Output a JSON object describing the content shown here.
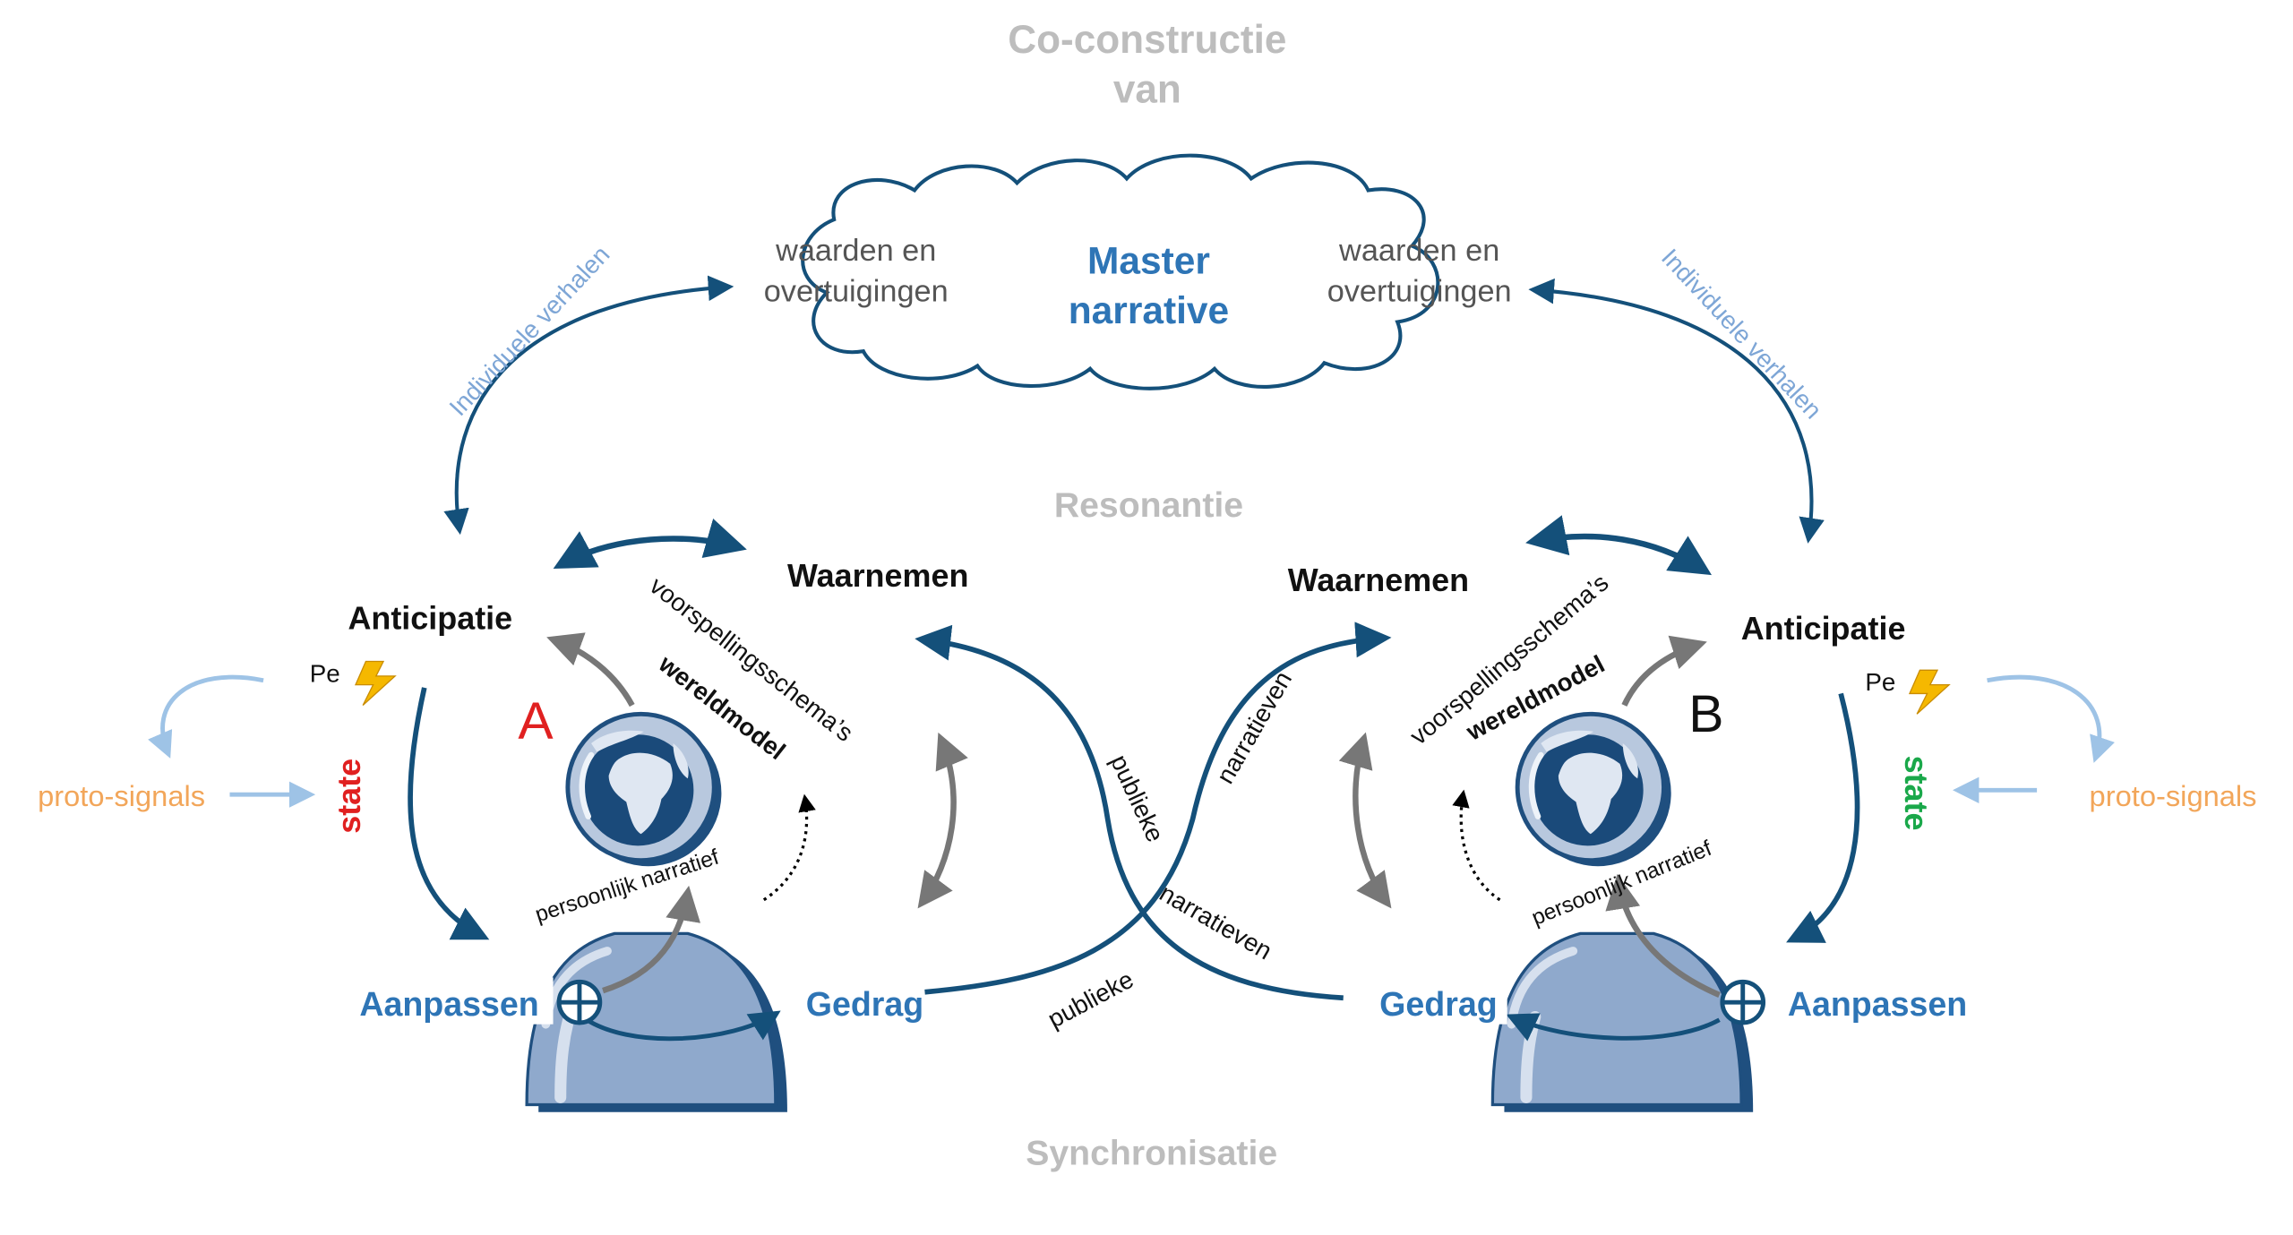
{
  "title": {
    "line1": "Co-constructie",
    "line2": "van"
  },
  "cloud": {
    "center_line1": "Master",
    "center_line2": "narrative",
    "left_line1": "waarden en",
    "left_line2": "overtuigingen",
    "right_line1": "waarden en",
    "right_line2": "overtuigingen"
  },
  "levels": {
    "middle": "Resonantie",
    "bottom": "Synchronisatie"
  },
  "arc_labels": {
    "individual_left": "Individuele verhalen",
    "individual_right": "Individuele verhalen"
  },
  "person_a": {
    "letter": "A",
    "anticipatie": "Anticipatie",
    "pe": "Pe",
    "state": "state",
    "waarnemen": "Waarnemen",
    "voorspellingsschemas": "voorspellingsschema’s",
    "wereldmodel": "wereldmodel",
    "persoonlijk_narratief": "persoonlijk narratief",
    "aanpassen": "Aanpassen",
    "gedrag": "Gedrag",
    "proto_signals": "proto-signals"
  },
  "person_b": {
    "letter": "B",
    "anticipatie": "Anticipatie",
    "pe": "Pe",
    "state": "state",
    "waarnemen": "Waarnemen",
    "voorspellingsschemas": "voorspellingsschema’s",
    "wereldmodel": "wereldmodel",
    "persoonlijk_narratief": "persoonlijk narratief",
    "aanpassen": "Aanpassen",
    "gedrag": "Gedrag",
    "proto_signals": "proto-signals"
  },
  "cross_labels": {
    "publieke_upper": "publieke",
    "narratieven_upper": "narratieven",
    "narratieven_lower": "narratieven",
    "publieke_lower": "publieke"
  },
  "colors": {
    "title_gray": "#bdbdbd",
    "dark_blue": "#14507a",
    "mid_blue": "#2e75b6",
    "light_blue": "#9ec3e6",
    "body_blue": "#8fa9cc",
    "orange": "#f2a65a",
    "red": "#e02020",
    "green": "#1aa84a",
    "gray_arrow": "#777777",
    "lightning": "#f5b800"
  }
}
